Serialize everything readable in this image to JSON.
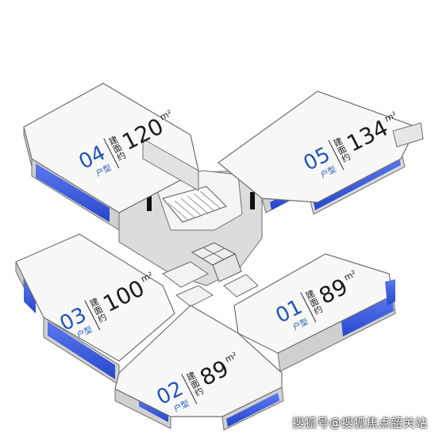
{
  "units": [
    {
      "id": "04",
      "type_label": "户型",
      "prefix": "建面约",
      "area": "120",
      "unit": "m²"
    },
    {
      "id": "05",
      "type_label": "户型",
      "prefix": "建面约",
      "area": "134",
      "unit": "m²"
    },
    {
      "id": "03",
      "type_label": "户型",
      "prefix": "建面约",
      "area": "100",
      "unit": "m²"
    },
    {
      "id": "01",
      "type_label": "户型",
      "prefix": "建面约",
      "area": "89",
      "unit": "m²"
    },
    {
      "id": "02",
      "type_label": "户型",
      "prefix": "建面约",
      "area": "89",
      "unit": "m²"
    }
  ],
  "watermark": "搜狐号@搜狐焦点韶关站",
  "colors": {
    "window_blue": "#3355d8",
    "label_blue": "#1f55b8",
    "wall": "#e9e9e9",
    "floor": "#f7f7f7",
    "edge": "#6e6e6e"
  }
}
